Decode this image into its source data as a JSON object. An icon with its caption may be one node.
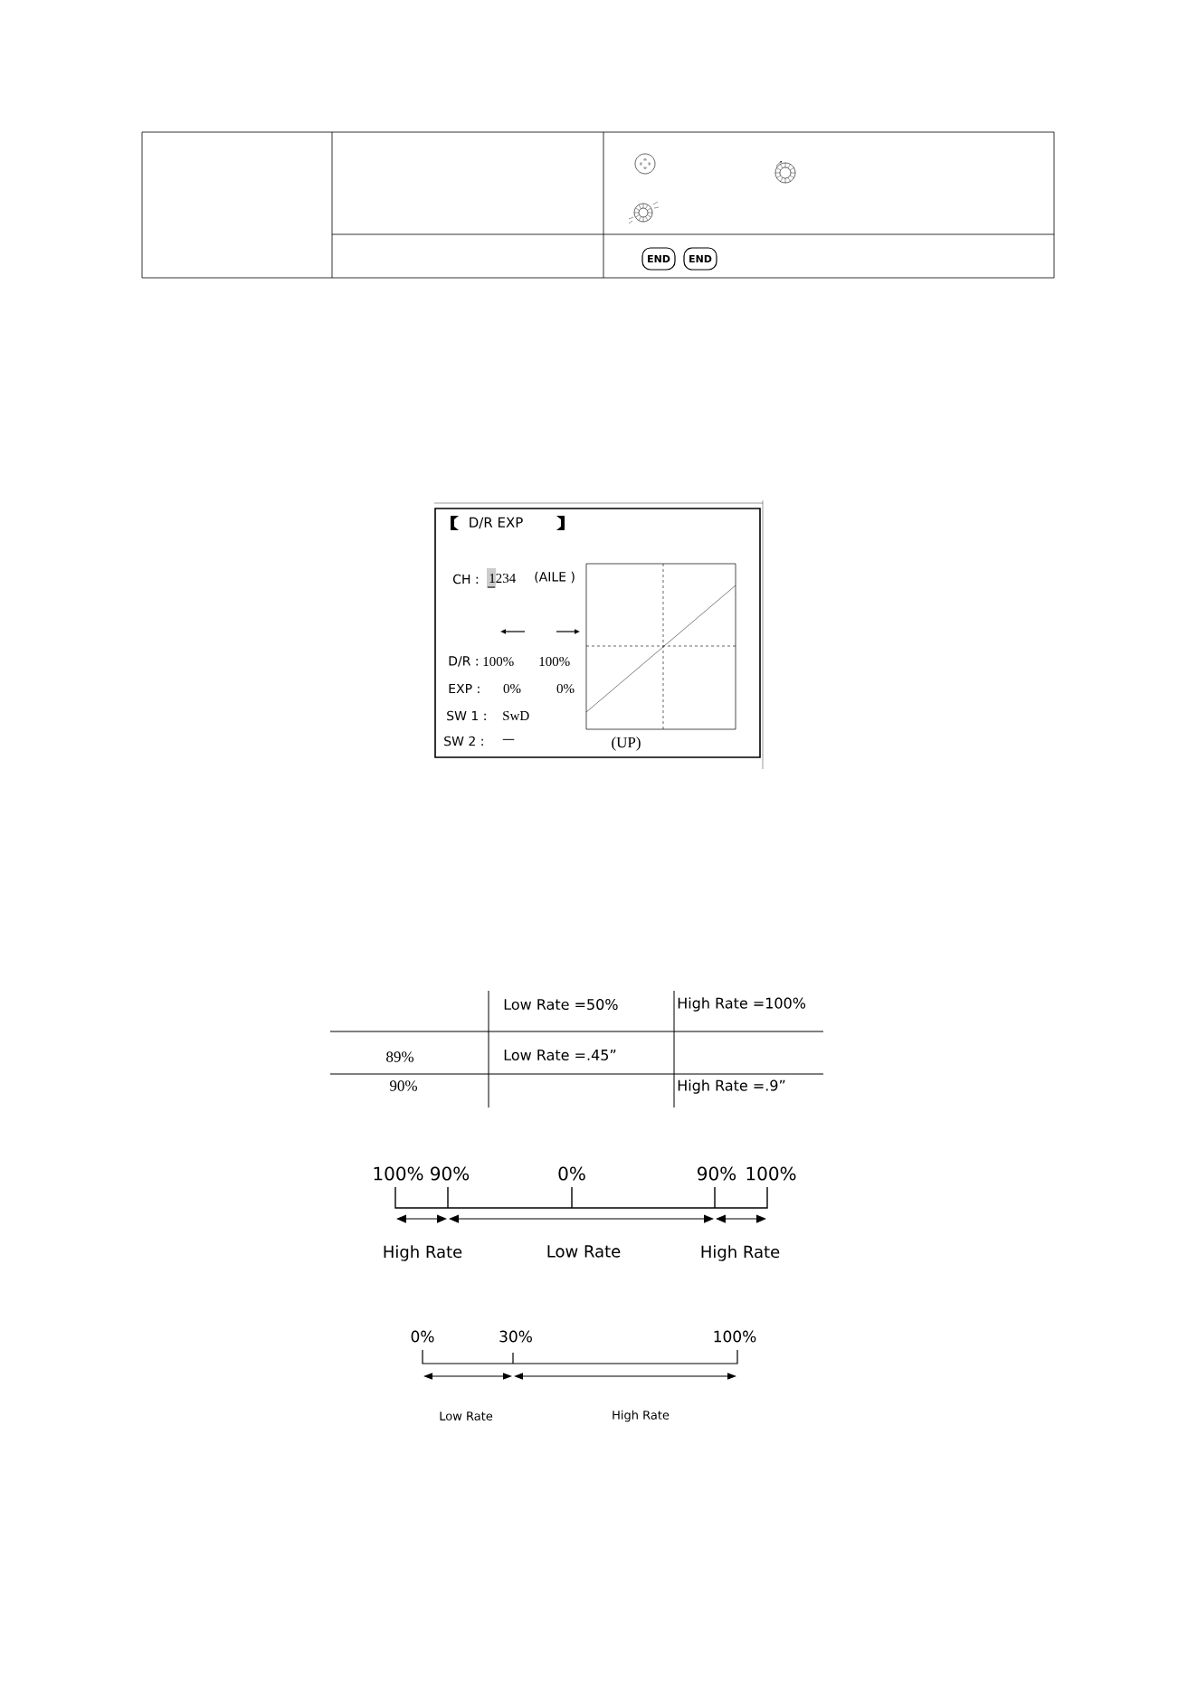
{
  "diagram": {
    "labels": [
      "END",
      "END",
      "D/R EXP",
      "CH :",
      "1234",
      "(AILE )",
      "D/R :",
      "100%",
      "100%",
      "EXP :",
      "0%",
      "0%",
      "SW 1 :",
      "SwD",
      "SW 2 :",
      "—",
      "(UP)",
      "Low Rate =50%",
      "High Rate =100%",
      "89%",
      "Low Rate =.45”",
      "90%",
      "High Rate =.9”",
      "100%",
      "90%",
      "0%",
      "90%",
      "100%",
      "High Rate",
      "Low Rate",
      "High Rate",
      "0%",
      "30%",
      "100%",
      "Low Rate",
      "High Rate"
    ]
  }
}
